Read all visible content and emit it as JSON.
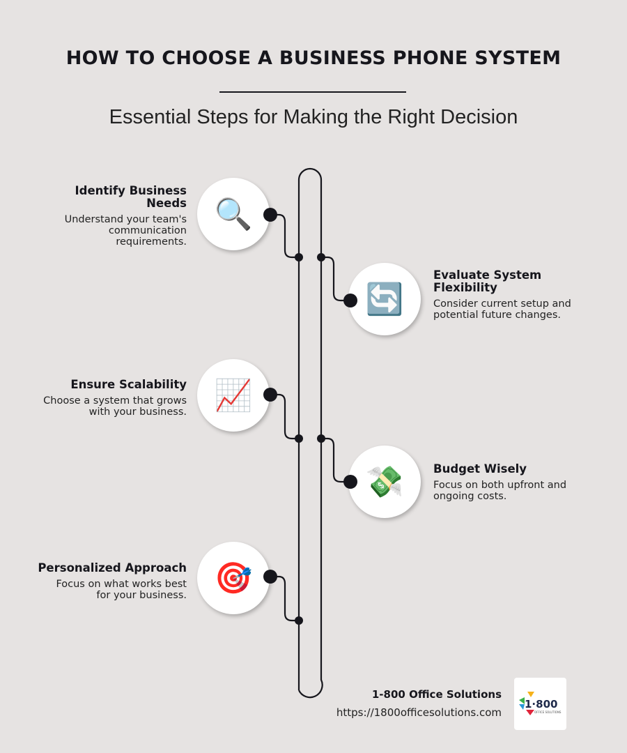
{
  "header": {
    "title": "HOW TO CHOOSE A BUSINESS PHONE SYSTEM",
    "subtitle": "Essential Steps for Making the Right Decision"
  },
  "steps": [
    {
      "title": "Identify Business Needs",
      "description": "Understand your team's communication requirements.",
      "icon": "magnifying-glass-icon",
      "emoji": "🔍"
    },
    {
      "title": "Evaluate System Flexibility",
      "description": "Consider current setup and potential future changes.",
      "icon": "refresh-arrows-icon",
      "emoji": "🔄"
    },
    {
      "title": "Ensure Scalability",
      "description": "Choose a system that grows with your business.",
      "icon": "chart-increasing-icon",
      "emoji": "📈"
    },
    {
      "title": "Budget Wisely",
      "description": "Focus on both upfront and ongoing costs.",
      "icon": "money-with-wings-icon",
      "emoji": "💸"
    },
    {
      "title": "Personalized Approach",
      "description": "Focus on what works best for your business.",
      "icon": "bullseye-icon",
      "emoji": "🎯"
    }
  ],
  "footer": {
    "company": "1-800 Office Solutions",
    "url": "https://1800officesolutions.com",
    "logo_text": "1·800",
    "logo_subtext": "OFFICE SOLUTIONS"
  }
}
